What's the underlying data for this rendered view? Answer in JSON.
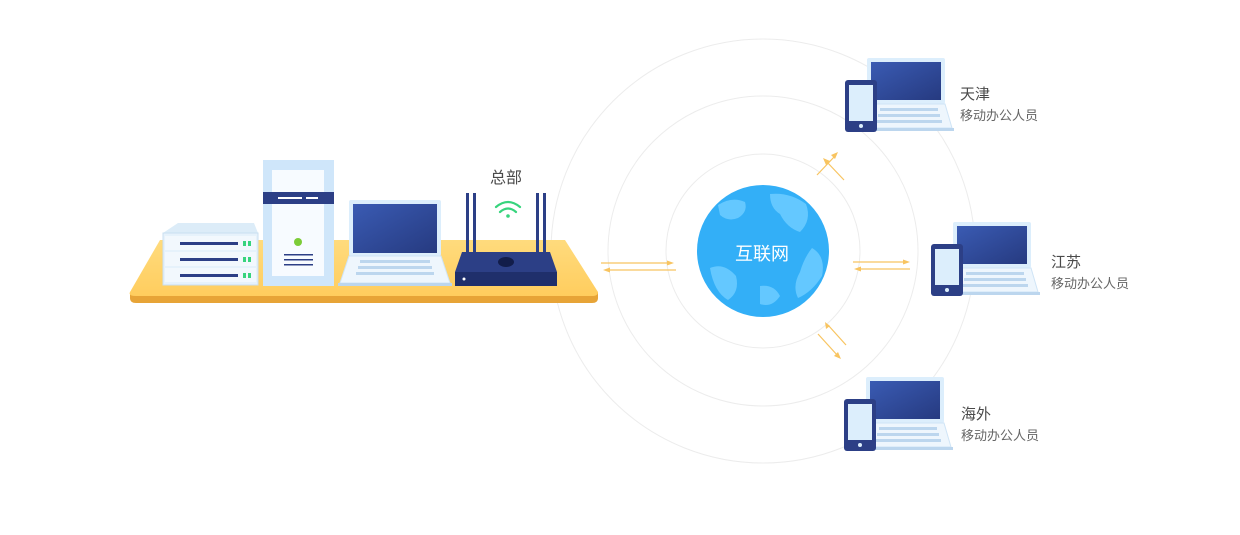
{
  "headquarters": {
    "label": "总部"
  },
  "internet": {
    "label": "互联网"
  },
  "branches": [
    {
      "city": "天津",
      "role": "移动办公人员"
    },
    {
      "city": "江苏",
      "role": "移动办公人员"
    },
    {
      "city": "海外",
      "role": "移动办公人员"
    }
  ],
  "colors": {
    "globe": "#33aff7",
    "globe_land": "#64c8ff",
    "platform": "#ffd56d",
    "platform_edge": "#e8a83a",
    "device_dark": "#2c3f86",
    "device_light": "#dceefc",
    "arrow": "#f8c460",
    "wifi": "#37d47d",
    "ring": "#ececec"
  }
}
